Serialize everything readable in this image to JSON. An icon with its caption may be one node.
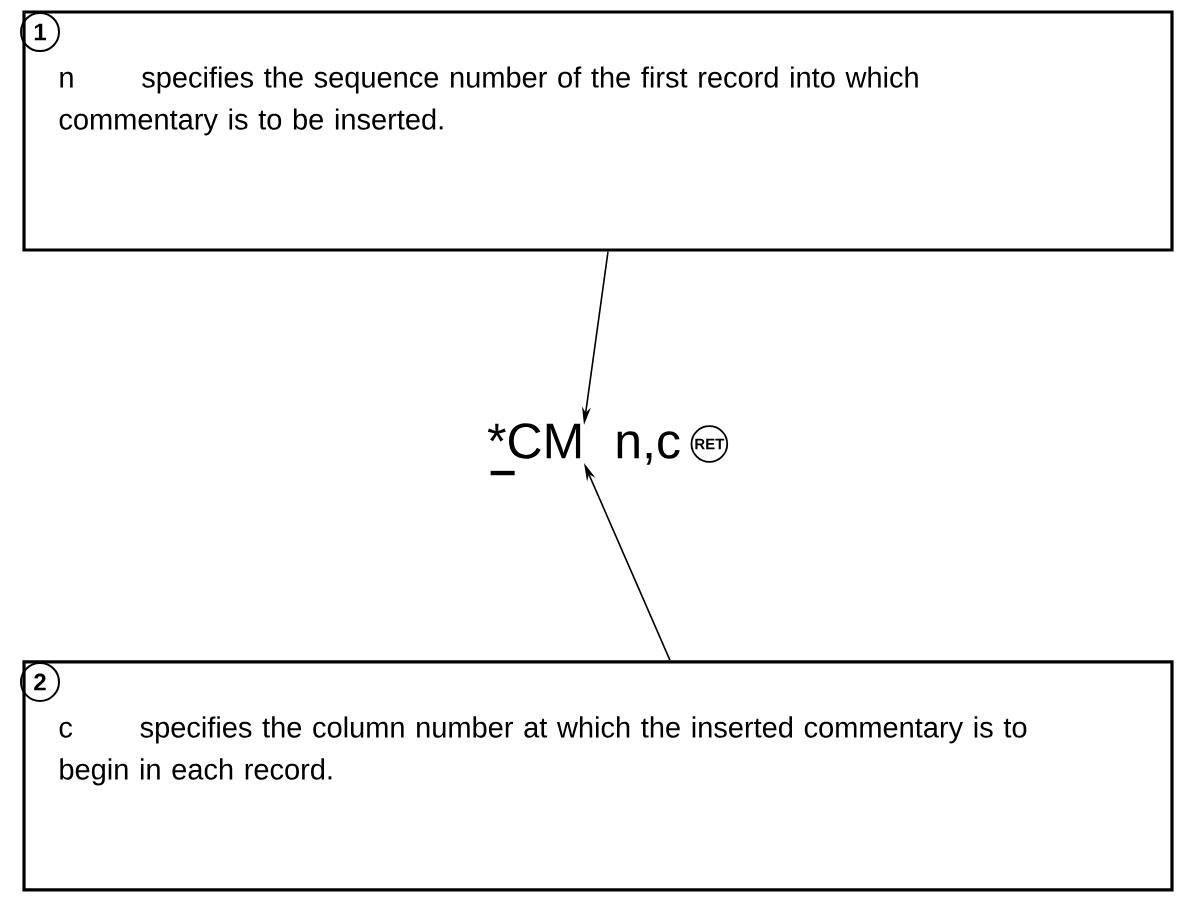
{
  "diagram": {
    "nodes": [
      {
        "text": [
          "1",
          "n",
          "specifies the sequence number of the first record into which commentary is to be inserted."
        ]
      },
      {
        "text": [
          "*CM",
          "n,c",
          "RET"
        ]
      },
      {
        "text": [
          "2",
          "c",
          "specifies the column number at which the inserted commentary is to begin in each record."
        ]
      }
    ],
    "edges": [
      {
        "from": 0,
        "to": 1,
        "arrow": "to"
      },
      {
        "from": 2,
        "to": 1,
        "arrow": "to"
      }
    ]
  }
}
